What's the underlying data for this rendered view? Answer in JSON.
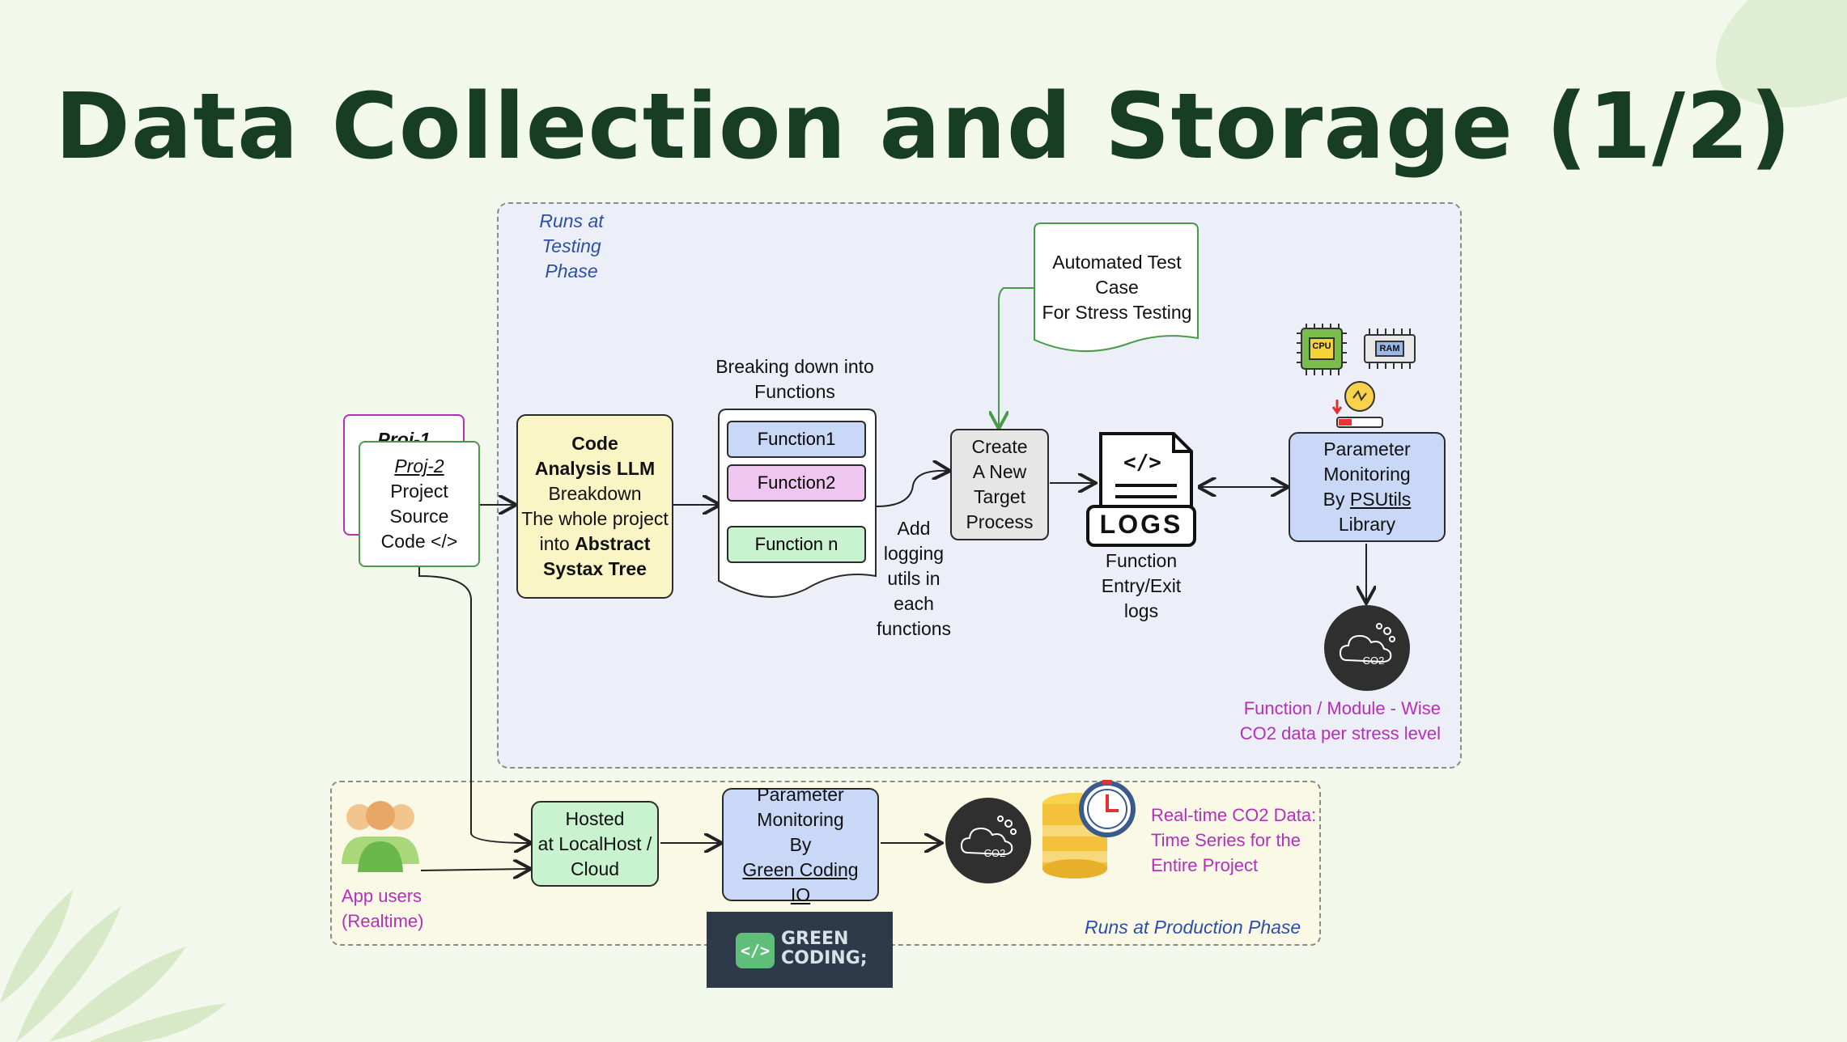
{
  "title": "Data Collection and Storage (1/2)",
  "testing_label": "Runs at\nTesting\nPhase",
  "production_label": "Runs at Production Phase",
  "proj1_label": "Proj-1",
  "proj2_label": "Proj-2",
  "proj_text": "Project\nSource\nCode </>",
  "code_analysis_line1": "Code\nAnalysis LLM",
  "code_analysis_line2": "Breakdown\nThe whole project\ninto ",
  "code_analysis_line3": "Abstract\nSystax Tree",
  "breaking_label": "Breaking down into\nFunctions",
  "functions": [
    "Function1",
    "Function2",
    "Function n"
  ],
  "add_logging": "Add\nlogging\nutils in\neach\nfunctions",
  "automated_test": "Automated Test\nCase\nFor Stress Testing",
  "create_target": "Create\nA New\nTarget\nProcess",
  "logs_label": "LOGS",
  "logs_caption": "Function\nEntry/Exit\nlogs",
  "param_mon_prefix": "Parameter\nMonitoring\nBy ",
  "param_mon_lib": "PSUtils",
  "param_mon_suffix": "Library",
  "cpu_label": "CPU",
  "ram_label": "RAM",
  "co2_label": "CO2",
  "function_module_co2": "Function / Module - Wise\nCO2 data per stress level",
  "app_users": "App users\n(Realtime)",
  "hosted": "Hosted\nat LocalHost /\nCloud",
  "param_green_prefix": "Parameter\nMonitoring\nBy ",
  "param_green_link": "Green Coding\nIO",
  "realtime_co2": "Real-time CO2 Data:\nTime Series for the\nEntire Project",
  "green_coding_logo": "GREEN\nCODING;",
  "colors": {
    "title": "#173d23",
    "yellow_box": "#faf5c4",
    "blue_box": "#c9d8f7",
    "pink_box": "#efc6ef",
    "green_box": "#c9f2cf",
    "gray_box": "#e6e6e6",
    "magenta_text": "#b52fbb",
    "blue_text": "#2c4fa8"
  }
}
